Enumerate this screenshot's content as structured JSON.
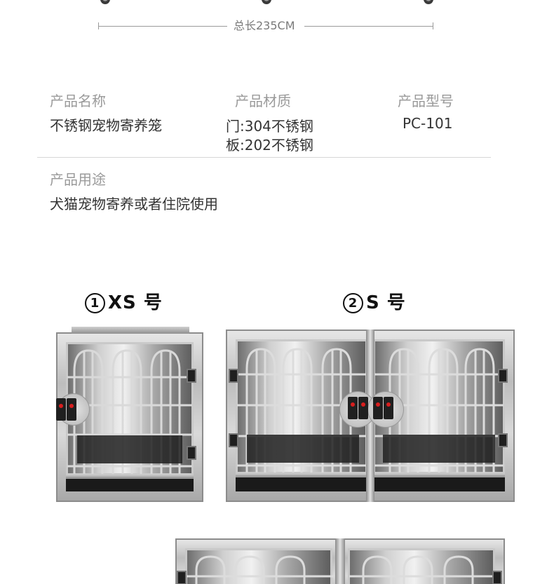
{
  "dimension": {
    "text": "总长235CM"
  },
  "specs": {
    "name_label": "产品名称",
    "name_value": "不锈钢宠物寄养笼",
    "material_label": "产品材质",
    "material_line1": "门:304不锈钢",
    "material_line2": "板:202不锈钢",
    "model_label": "产品型号",
    "model_value": "PC-101",
    "usage_label": "产品用途",
    "usage_value": "犬猫宠物寄养或者住院使用"
  },
  "sizes": [
    {
      "num": "1",
      "label": "XS 号"
    },
    {
      "num": "2",
      "label": "S 号"
    }
  ],
  "colors": {
    "latch_red": "#d81e1e",
    "steel": "#bdbdbd"
  }
}
